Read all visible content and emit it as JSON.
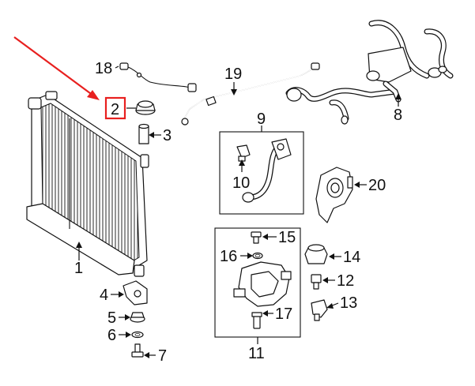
{
  "highlight_color": "#e8201f",
  "callouts": {
    "p1": "1",
    "p2": "2",
    "p3": "3",
    "p4": "4",
    "p5": "5",
    "p6": "6",
    "p7": "7",
    "p8": "8",
    "p9": "9",
    "p10": "10",
    "p11": "11",
    "p12": "12",
    "p13": "13",
    "p14": "14",
    "p15": "15",
    "p16": "16",
    "p17": "17",
    "p18": "18",
    "p19": "19",
    "p20": "20"
  },
  "highlighted_part": "2"
}
